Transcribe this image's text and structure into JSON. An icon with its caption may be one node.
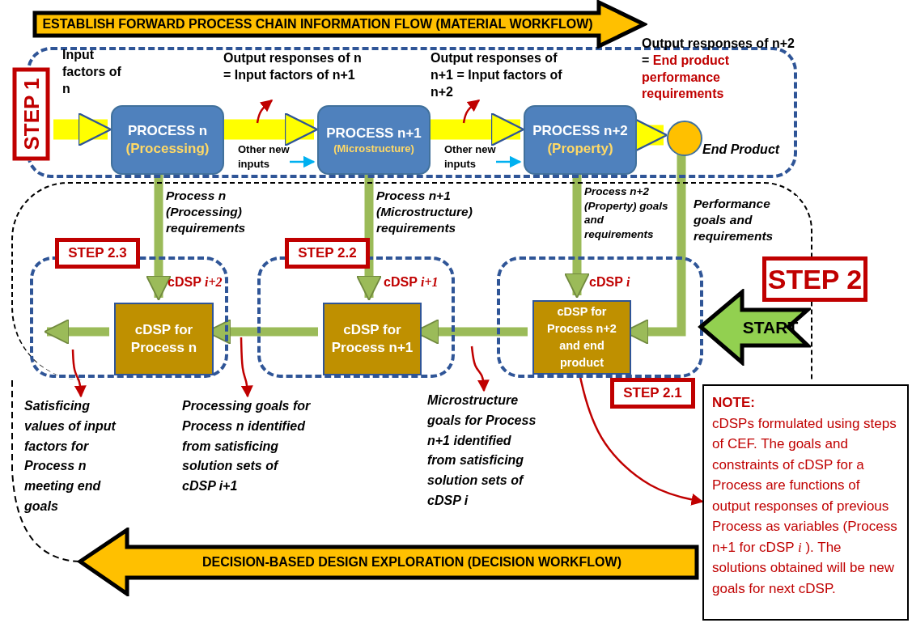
{
  "diagram": {
    "nodes": [
      {
        "text": [
          "STEP 1"
        ]
      },
      {
        "text": [
          "PROCESS n",
          "(Processing)"
        ],
        "in": 0
      },
      {
        "text": [
          "PROCESS n+1",
          "(Microstructure)"
        ],
        "in": 0
      },
      {
        "text": [
          "PROCESS n+2",
          "(Property)"
        ],
        "in": 0
      },
      {
        "text": [],
        "shape": "circle",
        "beside": [
          "End Product"
        ],
        "in": 0
      },
      {
        "text": [
          "Output responses of n = Input factors of n+1"
        ],
        "in": 0
      },
      {
        "text": [
          "Output responses of n+1 = Input factors of n+2"
        ],
        "in": 0
      },
      {
        "text": [
          "Other new inputs"
        ],
        "in": 0
      },
      {
        "text": [
          "Other new inputs"
        ],
        "in": 0
      },
      {
        "text": [
          "STEP 2"
        ]
      },
      {
        "text": [
          "STEP 2.3",
          "cDSP *i+2*"
        ],
        "in": 9
      },
      {
        "text": [
          "cDSP for Process n"
        ],
        "in": 10
      },
      {
        "text": [
          "STEP 2.2",
          "cDSP *i+1*"
        ],
        "in": 9
      },
      {
        "text": [
          "cDSP for Process n+1"
        ],
        "in": 12
      },
      {
        "text": [
          "cDSP *i*",
          "STEP 2.1"
        ],
        "in": 9
      },
      {
        "text": [
          "cDSP for Process n+2 and end product"
        ],
        "in": 14
      },
      {
        "text": [
          "START"
        ],
        "in": 9
      },
      {
        "text": [
          "NOTE:",
          "cDSPs formulated using steps of CEF. The goals and constraints of cDSP for a Process are functions of output responses of previous Process as variables (Process n+1 for cDSP *i* ). The solutions obtained will be new goals for next cDSP."
        ]
      },
      {
        "text": [
          "Satisficing values of input factors for Process n meeting end goals"
        ]
      },
      {
        "text": [
          "Processing goals for Process n identified from satisficing solution sets of cDSP i+1"
        ]
      },
      {
        "text": [
          "Microstructure goals for Process n+1 identified from satisficing solution sets of cDSP i"
        ]
      },
      {
        "text": [
          "ESTABLISH FORWARD PROCESS CHAIN INFORMATION FLOW (MATERIAL WORKFLOW)"
        ]
      },
      {
        "text": [
          "DECISION-BASED DESIGN EXPLORATION (DECISION WORKFLOW)"
        ]
      }
    ],
    "edges": [
      {
        "from": null,
        "to": 1,
        "arrow": "to",
        "style": "thick",
        "color": "#ffff00"
      },
      {
        "from": 1,
        "to": 2,
        "arrow": "to",
        "style": "thick",
        "color": "#ffff00"
      },
      {
        "from": 2,
        "to": 3,
        "arrow": "to",
        "style": "thick",
        "color": "#ffff00"
      },
      {
        "from": 3,
        "to": 4,
        "arrow": "to",
        "style": "thick",
        "color": "#ffff00"
      },
      {
        "from": null,
        "to": 5,
        "arrow": "to",
        "color": "#c00000"
      },
      {
        "from": null,
        "to": 6,
        "arrow": "to",
        "color": "#c00000"
      },
      {
        "from": 7,
        "to": 2,
        "arrow": "to",
        "color": "#00b0f0"
      },
      {
        "from": 8,
        "to": 3,
        "arrow": "to",
        "color": "#00b0f0"
      },
      {
        "from": 1,
        "to": 11,
        "arrow": "to",
        "label": "Process n (Processing) requirements"
      },
      {
        "from": 2,
        "to": 13,
        "arrow": "to",
        "label": "Process n+1 (Microstructure) requirements"
      },
      {
        "from": 3,
        "to": 15,
        "arrow": "to",
        "label": "Process n+2 (Property) goals and requirements"
      },
      {
        "from": 4,
        "to": 15,
        "arrow": "to",
        "label": "Performance goals and requirements"
      },
      {
        "from": 15,
        "to": 13,
        "arrow": "to"
      },
      {
        "from": 13,
        "to": 11,
        "arrow": "to"
      },
      {
        "from": 11,
        "to": null,
        "arrow": "to"
      },
      {
        "from": null,
        "to": 18,
        "arrow": "to",
        "color": "#c00000"
      },
      {
        "from": null,
        "to": 19,
        "arrow": "to",
        "color": "#c00000"
      },
      {
        "from": null,
        "to": 20,
        "arrow": "to",
        "color": "#c00000"
      },
      {
        "from": 15,
        "to": 17,
        "arrow": "to",
        "color": "#c00000"
      }
    ],
    "labels": [
      "Input factors of n",
      "Output responses of n+2 =",
      "End product performance requirements"
    ]
  }
}
